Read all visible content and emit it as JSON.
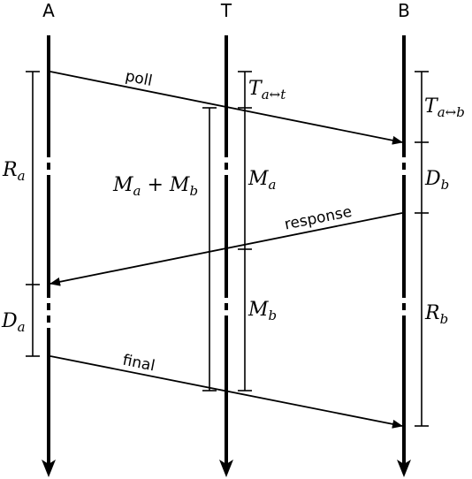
{
  "nodes": {
    "a": "A",
    "t": "T",
    "b": "B"
  },
  "messages": {
    "poll": "poll",
    "response": "response",
    "final": "final"
  },
  "intervals": {
    "ra": {
      "main": "R",
      "sub": "a"
    },
    "da": {
      "main": "D",
      "sub": "a"
    },
    "mamb": {
      "m1": "M",
      "s1": "a",
      "plus": " + ",
      "m2": "M",
      "s2": "b"
    },
    "tat": {
      "main": "T",
      "sub": "a↔t"
    },
    "ma": {
      "main": "M",
      "sub": "a"
    },
    "mb": {
      "main": "M",
      "sub": "b"
    },
    "tab": {
      "main": "T",
      "sub": "a↔b"
    },
    "db": {
      "main": "D",
      "sub": "b"
    },
    "rb": {
      "main": "R",
      "sub": "b"
    }
  }
}
